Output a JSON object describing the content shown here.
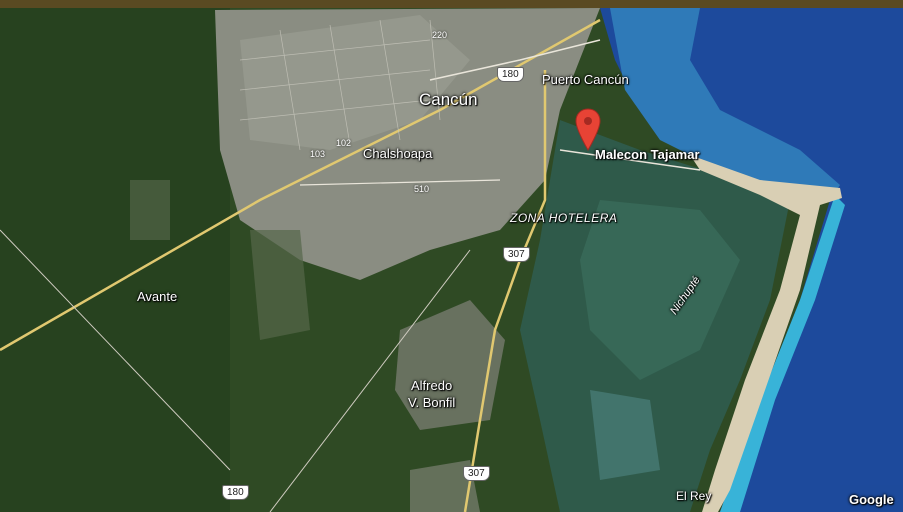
{
  "map": {
    "places": {
      "cancun": "Cancún",
      "puerto_cancun": "Puerto Cancún",
      "malecon": "Malecon Tajamar",
      "chalshoapa": "Chalshoapa",
      "zona_hotelera": "ZONA HOTELERA",
      "avante": "Avante",
      "alfredo": "Alfredo",
      "bonfil": "V. Bonfil",
      "nichupte": "Nichupté",
      "el_rey": "El Rey"
    },
    "road_shields": {
      "r180_top": "180",
      "r307_mid": "307",
      "r307_bottom": "307",
      "r180_bottom": "180"
    },
    "street_numbers": {
      "n220": "220",
      "n102": "102",
      "n103": "103",
      "n510": "510"
    },
    "attribution": "Google",
    "marker_color": "#e74335"
  }
}
